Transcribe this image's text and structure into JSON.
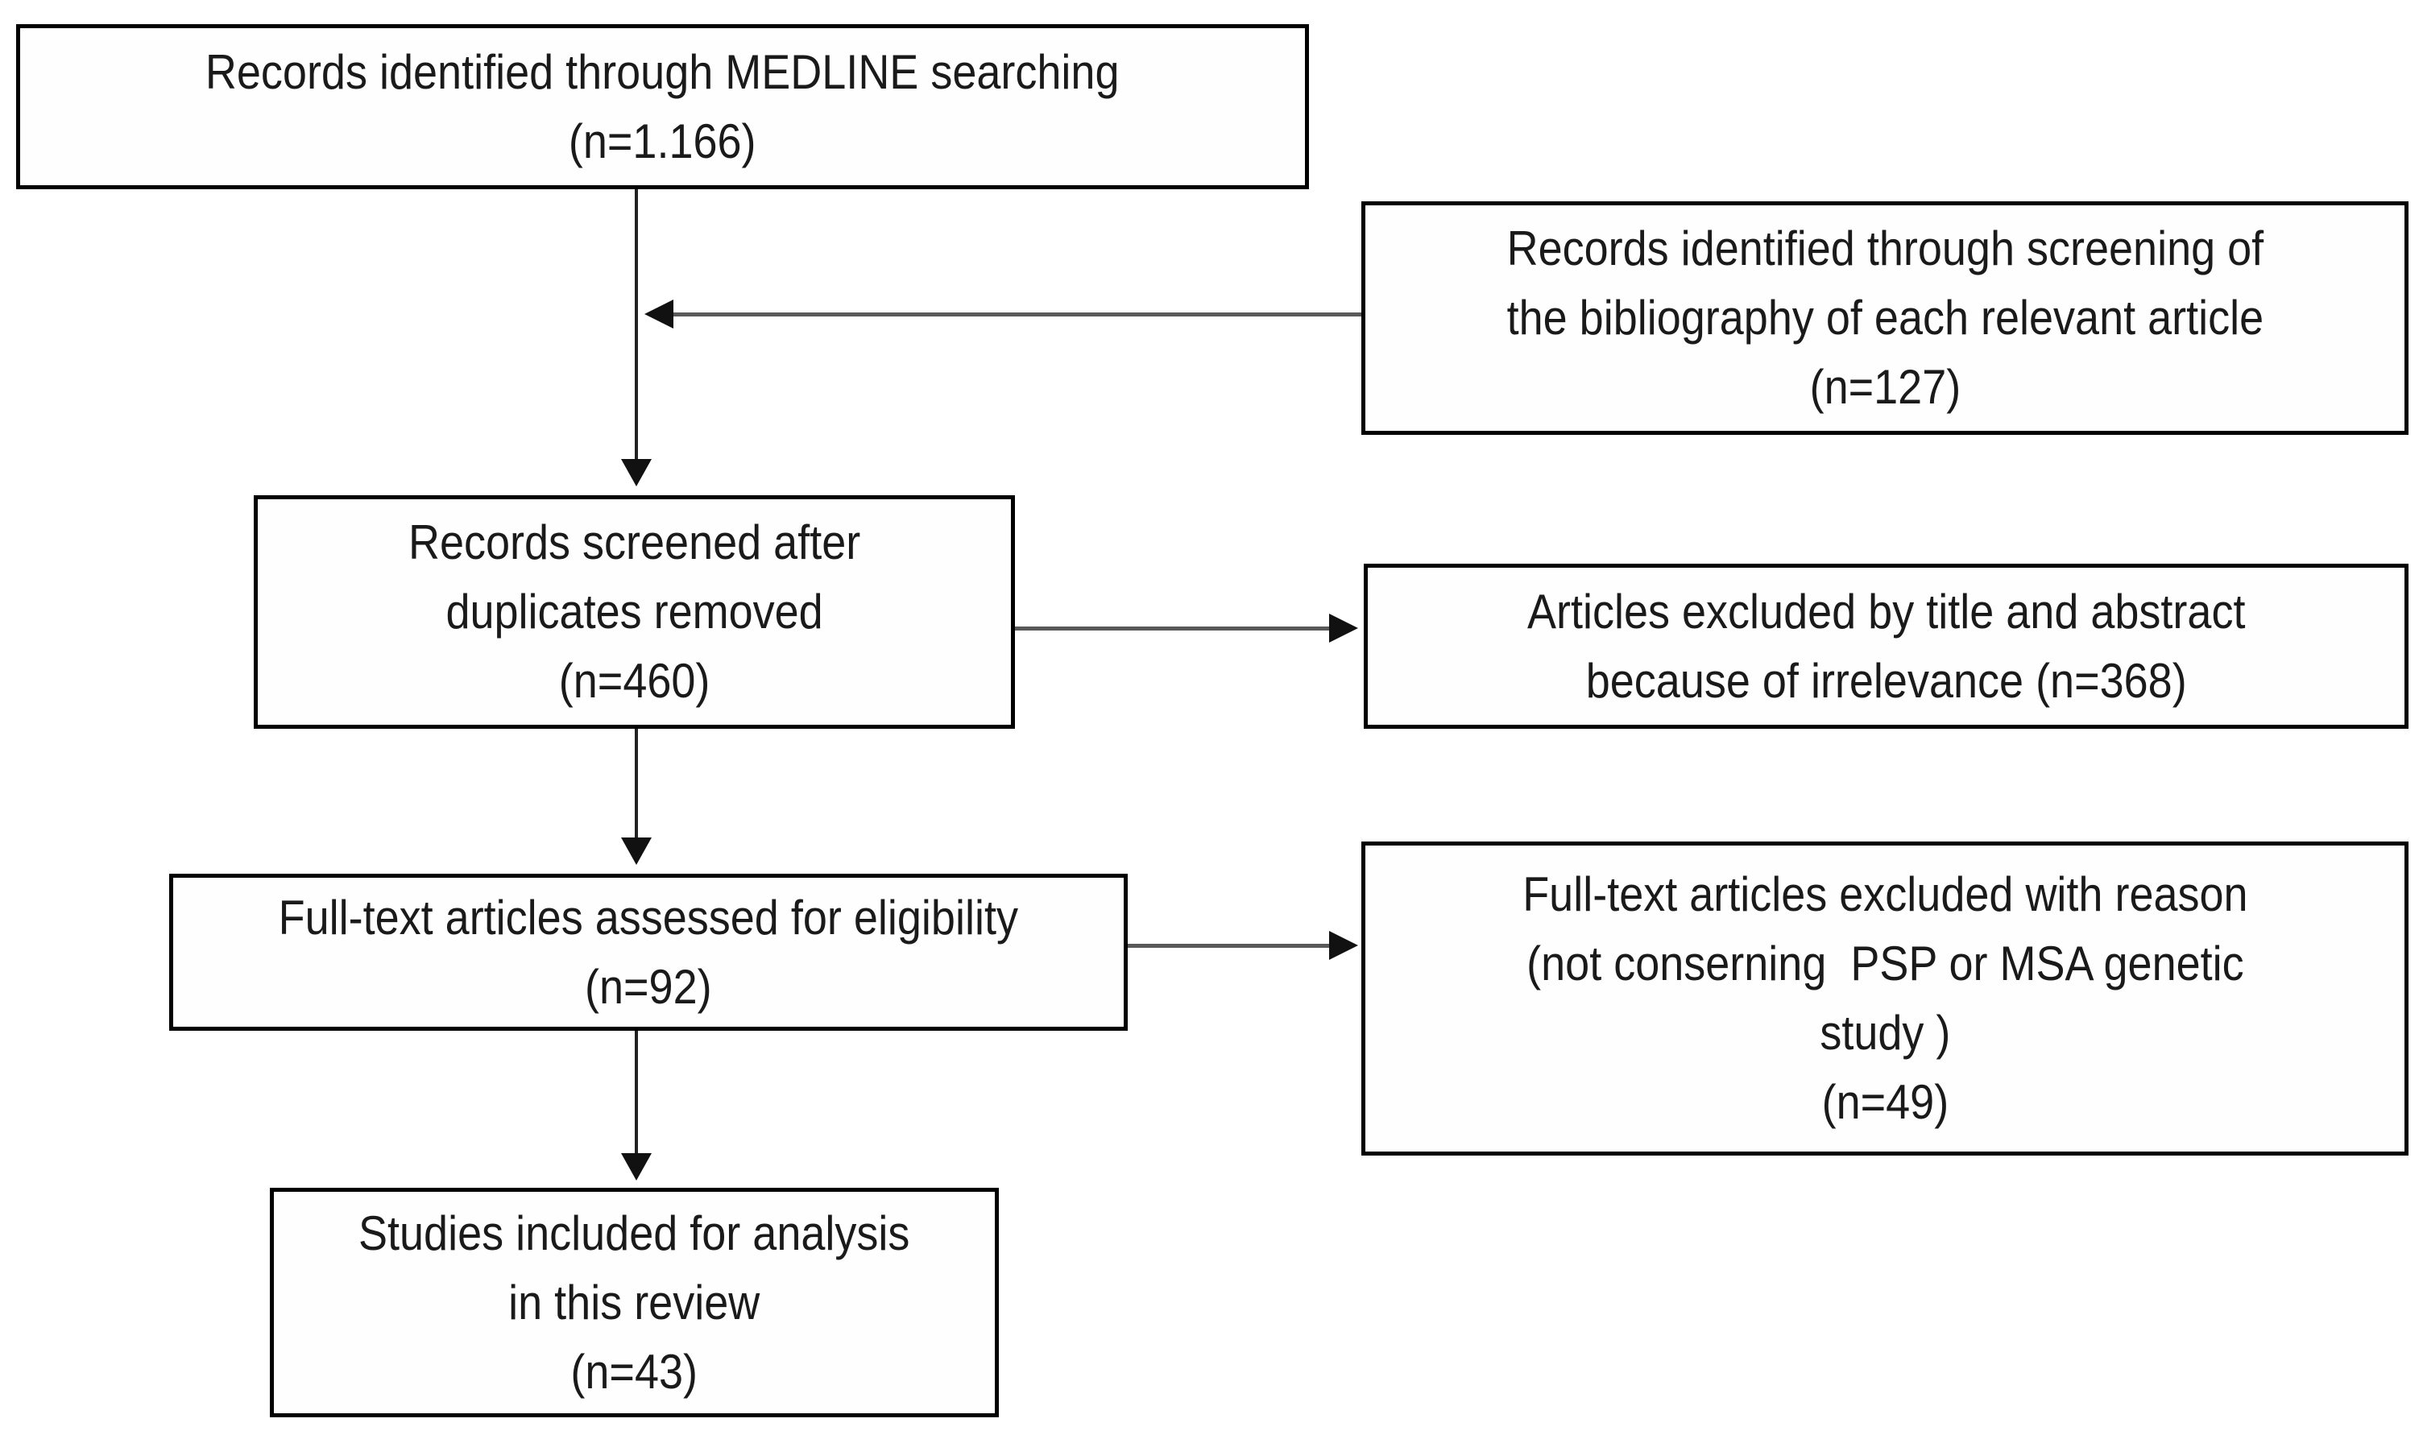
{
  "nodes": {
    "identified": {
      "lines": [
        "Records identified through MEDLINE searching",
        "(n=1.166)"
      ],
      "count": "1.166"
    },
    "bibliography": {
      "lines": [
        "Records identified through screening of",
        "the bibliography of each relevant article",
        "(n=127)"
      ],
      "count": "127"
    },
    "screened": {
      "lines": [
        "Records screened after",
        "duplicates removed",
        "(n=460)"
      ],
      "count": "460"
    },
    "excluded_title_abstract": {
      "lines": [
        "Articles excluded by title and abstract",
        "because of irrelevance (n=368)"
      ],
      "count": "368"
    },
    "fulltext_assessed": {
      "lines": [
        "Full-text articles assessed for eligibility",
        "(n=92)"
      ],
      "count": "92"
    },
    "fulltext_excluded": {
      "lines": [
        "Full-text articles excluded with reason",
        "(not conserning  PSP or MSA genetic",
        "study )",
        "(n=49)"
      ],
      "count": "49"
    },
    "included": {
      "lines": [
        "Studies included for analysis",
        "in this review",
        "(n=43)"
      ],
      "count": "43"
    }
  },
  "edges": [
    {
      "from": "identified",
      "to": "screened",
      "type": "vertical-arrow"
    },
    {
      "from": "bibliography",
      "to": "identified-screened-line",
      "type": "horizontal-arrow-left"
    },
    {
      "from": "screened",
      "to": "excluded_title_abstract",
      "type": "horizontal-arrow-right"
    },
    {
      "from": "screened",
      "to": "fulltext_assessed",
      "type": "vertical-arrow"
    },
    {
      "from": "fulltext_assessed",
      "to": "fulltext_excluded",
      "type": "horizontal-arrow-right"
    },
    {
      "from": "fulltext_assessed",
      "to": "included",
      "type": "vertical-arrow"
    }
  ],
  "colors": {
    "background": "#ffffff",
    "box_border": "#000000",
    "text": "#1a1a1a",
    "connector_horizontal": "#595959",
    "connector_vertical": "#222222",
    "arrowhead": "#111111"
  }
}
